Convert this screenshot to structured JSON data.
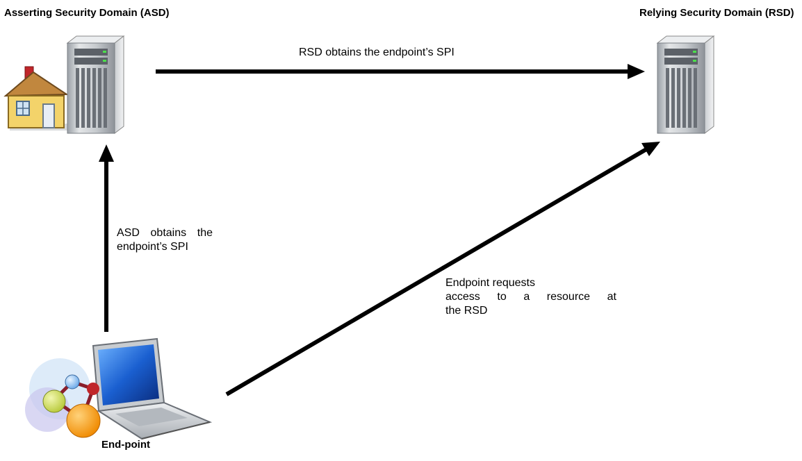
{
  "asd": {
    "title": "Asserting Security Domain (ASD)"
  },
  "rsd": {
    "title": "Relying Security Domain (RSD)"
  },
  "endpoint": {
    "title": "End-point"
  },
  "arrows": {
    "asd_to_rsd": "RSD obtains the endpoint’s SPI",
    "endpoint_to_asd": [
      "ASD obtains the",
      "endpoint’s SPI"
    ],
    "endpoint_to_rsd": [
      "Endpoint requests",
      "access to a resource at",
      "the RSD"
    ]
  },
  "icons": [
    "house-icon",
    "server-icon",
    "laptop-icon",
    "molecule-icon"
  ]
}
